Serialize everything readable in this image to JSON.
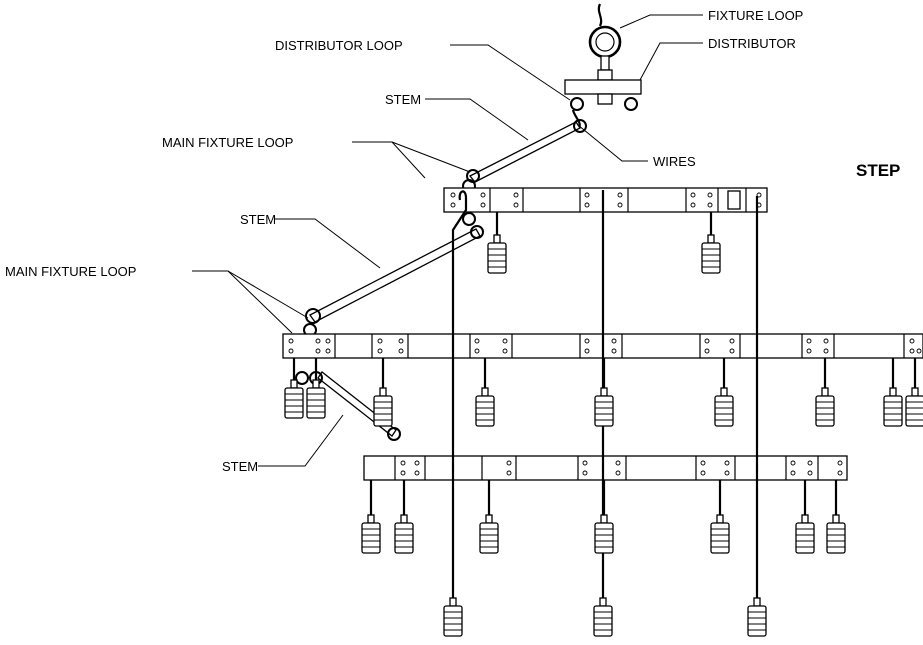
{
  "labels": {
    "fixture_loop": "FIXTURE LOOP",
    "distributor": "DISTRIBUTOR",
    "distributor_loop": "DISTRIBUTOR LOOP",
    "stem_1": "STEM",
    "main_fixture_loop_1": "MAIN FIXTURE LOOP",
    "wires": "WIRES",
    "stem_2": "STEM",
    "main_fixture_loop_2": "MAIN FIXTURE LOOP",
    "stem_3": "STEM",
    "step": "STEP"
  },
  "colors": {
    "line": "#000000",
    "background": "#ffffff"
  }
}
